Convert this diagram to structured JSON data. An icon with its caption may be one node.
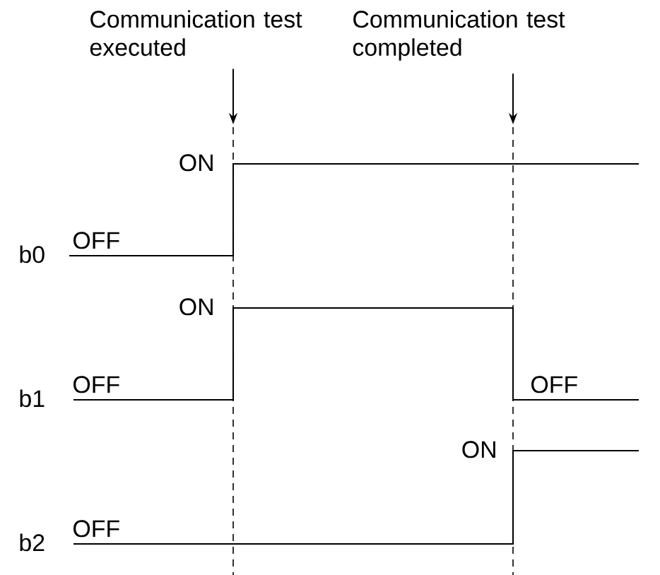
{
  "diagram": {
    "nodes": [
      {
        "text": [
          "Communication test executed"
        ]
      },
      {
        "text": [
          "Communication test completed"
        ]
      }
    ],
    "edges": [
      {
        "from": 0,
        "to": null,
        "arrow": "to"
      },
      {
        "from": 1,
        "to": null,
        "arrow": "to"
      }
    ],
    "labels": [
      "ON",
      "b0",
      "OFF",
      "ON",
      "b1",
      "OFF",
      "OFF",
      "ON",
      "b2",
      "OFF"
    ]
  }
}
